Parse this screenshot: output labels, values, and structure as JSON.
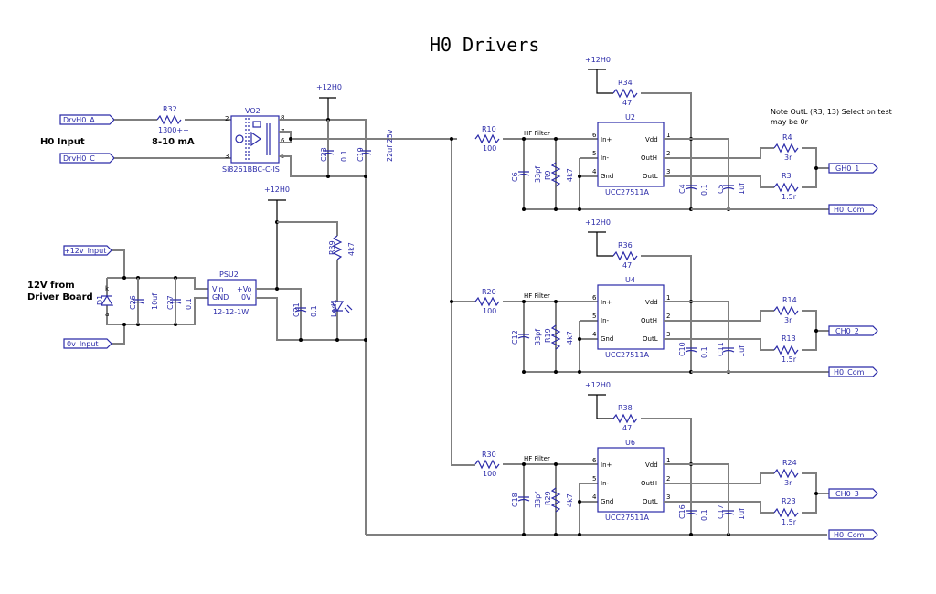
{
  "title": "H0 Drivers",
  "colors": {
    "wire": "#7f7f7f",
    "part": "#2a2aa8",
    "text": "#000000",
    "background": "#ffffff"
  },
  "input_section": {
    "label": "H0 Input",
    "ports": {
      "anode": "DrvH0_A",
      "cathode": "DrvH0_C"
    },
    "r32": {
      "ref": "R32",
      "value": "1300++",
      "note": "8-10 mA"
    },
    "isolator": {
      "ref": "VO2",
      "part": "Si8261BBC-C-IS",
      "pins": [
        "2",
        "3",
        "8",
        "7",
        "6",
        "5"
      ]
    },
    "c23": {
      "ref": "C23",
      "value": "0.1"
    },
    "c19": {
      "ref": "C19",
      "value": "22uf 25v",
      "polarity": "+"
    },
    "rail": "+12H0"
  },
  "power_section": {
    "label_line1": "12V from",
    "label_line2": "Driver Board",
    "ports": {
      "vin": "+12v_Input",
      "gnd": "0v_Input"
    },
    "d1": {
      "ref": "D1",
      "k": "k",
      "a": "a"
    },
    "c26": {
      "ref": "C26",
      "value": "10uf"
    },
    "c27": {
      "ref": "C27",
      "value": "0.1"
    },
    "psu": {
      "ref": "PSU2",
      "part": "12-12-1W",
      "vin": "Vin",
      "gnd": "GND",
      "vo": "+Vo",
      "ov": "0V"
    },
    "c21": {
      "ref": "C21",
      "value": "0.1"
    },
    "r39": {
      "ref": "R39",
      "value": "4k7"
    },
    "led": {
      "ref": "Led1"
    },
    "rail": "+12H0"
  },
  "note": {
    "line1": "Note OutL (R3, 13) Select on test",
    "line2": "may be 0r"
  },
  "drivers": [
    {
      "rail": "+12H0",
      "rvdd": {
        "ref": "R34",
        "value": "47"
      },
      "ic": {
        "ref": "U2",
        "part": "UCC27511A"
      },
      "rin": {
        "ref": "R10",
        "value": "100"
      },
      "filter": "HF Filter",
      "cf": {
        "ref": "C6",
        "value": "33pf"
      },
      "rpd": {
        "ref": "R9",
        "value": "4k7"
      },
      "cd1": {
        "ref": "C4",
        "value": "0.1"
      },
      "cd2": {
        "ref": "C5",
        "value": "1uf"
      },
      "rh": {
        "ref": "R4",
        "value": "3r"
      },
      "rl": {
        "ref": "R3",
        "value": "1.5r"
      },
      "out": "GH0_1",
      "com": "H0_Com"
    },
    {
      "rail": "+12H0",
      "rvdd": {
        "ref": "R36",
        "value": "47"
      },
      "ic": {
        "ref": "U4",
        "part": "UCC27511A"
      },
      "rin": {
        "ref": "R20",
        "value": "100"
      },
      "filter": "HF Filter",
      "cf": {
        "ref": "C12",
        "value": "33pf"
      },
      "rpd": {
        "ref": "R19",
        "value": "4k7"
      },
      "cd1": {
        "ref": "C10",
        "value": "0.1"
      },
      "cd2": {
        "ref": "C11",
        "value": "1uf"
      },
      "rh": {
        "ref": "R14",
        "value": "3r"
      },
      "rl": {
        "ref": "R13",
        "value": "1.5r"
      },
      "out": "CH0_2",
      "com": "H0_Com"
    },
    {
      "rail": "+12H0",
      "rvdd": {
        "ref": "R38",
        "value": "47"
      },
      "ic": {
        "ref": "U6",
        "part": "UCC27511A"
      },
      "rin": {
        "ref": "R30",
        "value": "100"
      },
      "filter": "HF Filter",
      "cf": {
        "ref": "C18",
        "value": "33pf"
      },
      "rpd": {
        "ref": "R29",
        "value": "4k7"
      },
      "cd1": {
        "ref": "C16",
        "value": "0.1"
      },
      "cd2": {
        "ref": "C17",
        "value": "1uf"
      },
      "rh": {
        "ref": "R24",
        "value": "3r"
      },
      "rl": {
        "ref": "R23",
        "value": "1.5r"
      },
      "out": "CH0_3",
      "com": "H0_Com"
    }
  ],
  "ic_pins": {
    "inp": "In+",
    "inn": "In-",
    "gnd": "Gnd",
    "vdd": "Vdd",
    "outh": "OutH",
    "outl": "OutL",
    "n_inp": "6",
    "n_inn": "5",
    "n_gnd": "4",
    "n_vdd": "1",
    "n_outh": "2",
    "n_outl": "3"
  }
}
